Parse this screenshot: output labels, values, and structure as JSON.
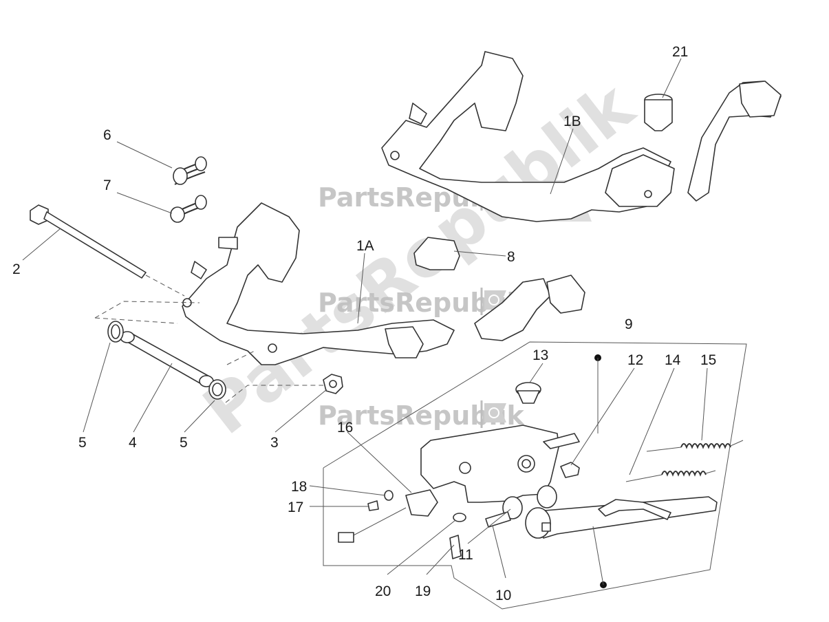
{
  "watermark": {
    "text": "PartsRepublik",
    "icon": "gear-flag-icon"
  },
  "callouts": {
    "c1A": "1A",
    "c1B": "1B",
    "c2": "2",
    "c3": "3",
    "c4": "4",
    "c5a": "5",
    "c5b": "5",
    "c6": "6",
    "c7": "7",
    "c8": "8",
    "c9": "9",
    "c10": "10",
    "c11": "11",
    "c12": "12",
    "c13": "13",
    "c14": "14",
    "c15": "15",
    "c16": "16",
    "c17": "17",
    "c18": "18",
    "c19": "19",
    "c20": "20",
    "c21": "21"
  }
}
